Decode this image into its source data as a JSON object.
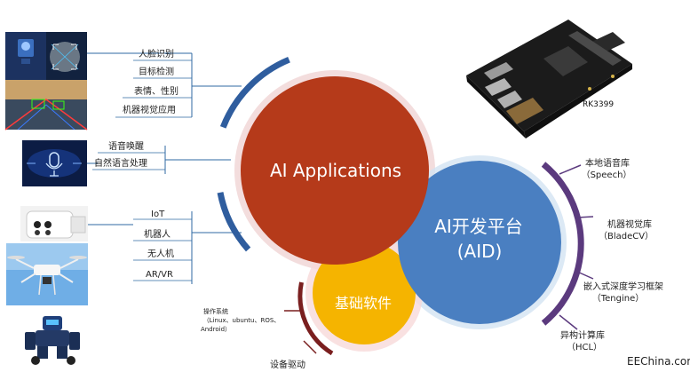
{
  "circles": {
    "ai_applications": "AI Applications",
    "aid_line1": "AI开发平台",
    "aid_line2": "(AID)",
    "base_software": "基础软件"
  },
  "left_groups": {
    "vision": [
      "人脸识别",
      "目标检测",
      "表情、性别",
      "机器视觉应用"
    ],
    "speech": [
      "语音唤醒",
      "自然语言处理"
    ],
    "devices": [
      "IoT",
      "机器人",
      "无人机",
      "AR/VR"
    ]
  },
  "right_items": [
    {
      "line1": "本地语音库",
      "line2": "（Speech）"
    },
    {
      "line1": "机器视觉库",
      "line2": "（BladeCV）"
    },
    {
      "line1": "嵌入式深度学习框架",
      "line2": "（Tengine）"
    },
    {
      "line1": "异构计算库",
      "line2": "（HCL）"
    }
  ],
  "bottom_left": {
    "line1": "操作系统",
    "line2": "（Linux、ubuntu、ROS、",
    "line3": "Android）",
    "driver": "设备驱动"
  },
  "board_label": "RK3399",
  "watermark": "EEChina.com",
  "colors": {
    "ai_applications": "#b53a1a",
    "aid": "#4a7fc1",
    "base_software": "#f5b400",
    "ring_blue": "#2f5d9e",
    "ring_purple": "#5b3a7e",
    "ring_dark_red": "#7a1f1f",
    "line_blue": "#2f6aa3"
  }
}
